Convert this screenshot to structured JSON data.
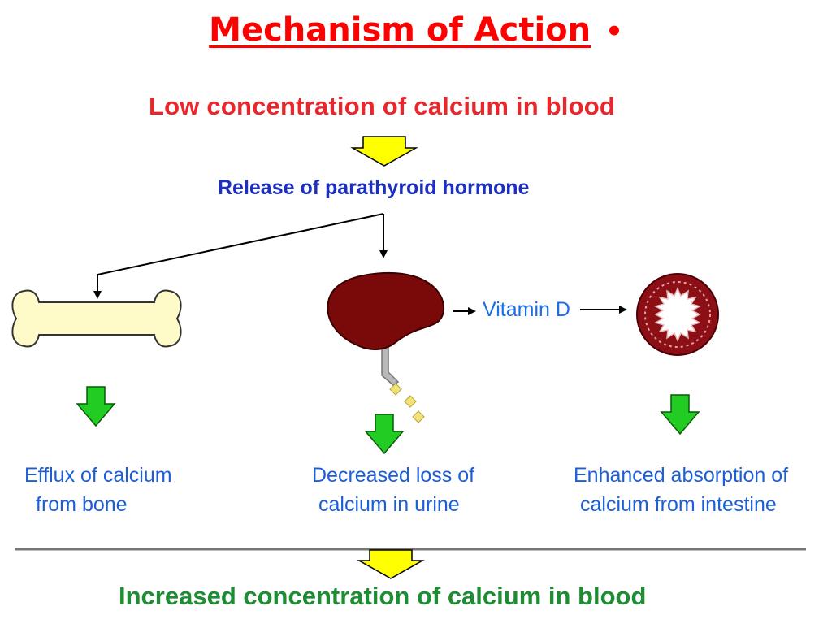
{
  "slide": {
    "title": "Mechanism of Action",
    "bullet": "•"
  },
  "diagram": {
    "top_label": "Low concentration of calcium in blood",
    "hormone_label": "Release of parathyroid hormone",
    "vitamin_label": "Vitamin D",
    "effects": [
      {
        "line1": "Efflux of calcium",
        "line2": "from bone"
      },
      {
        "line1": "Decreased loss of",
        "line2": "calcium in urine"
      },
      {
        "line1": "Enhanced absorption of",
        "line2": "calcium from intestine"
      }
    ],
    "result_label": "Increased concentration of calcium in blood"
  },
  "colors": {
    "title": "#ff0000",
    "top_label": "#e8262b",
    "hormone_label": "#1c2fbf",
    "effect_text": "#1b5ed6",
    "result_label": "#1e8c32",
    "yellow_arrow": "#ffff00",
    "green_arrow": "#22cc22",
    "bone_fill": "#fffbc8",
    "kidney_fill": "#7a0a0a",
    "intestine_fill": "#8b0f14"
  },
  "icons": [
    "yellow-down-arrow-icon",
    "bone-icon",
    "kidney-icon",
    "intestine-ring-icon",
    "green-down-arrow-icon",
    "black-arrow-icon"
  ]
}
